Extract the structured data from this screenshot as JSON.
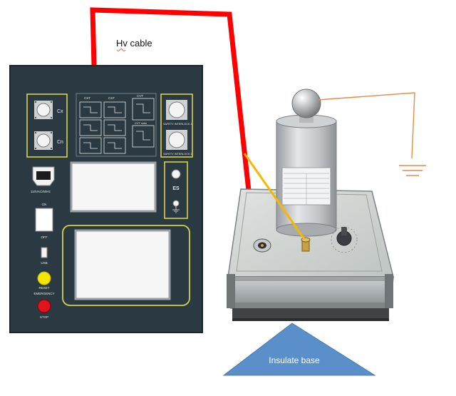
{
  "labels": {
    "hv_cable": "Hv cable",
    "insulate_base": "Insulate base"
  },
  "panel": {
    "cx_label": "Cx",
    "cn_label": "Cn",
    "group1_label": "CST",
    "group2_label": "CST",
    "group3_label": "CVT",
    "cvt_sub_label": "CVT ratio",
    "safety_interlock_1": "SAFETY INTERLOCK 1",
    "safety_interlock_2": "SAFETY INTERLOCK 2",
    "power_input": "110VAC/60Hz",
    "on_label": "ON",
    "off_label": "OFF",
    "usb_label": "USB",
    "reset_label": "RESET",
    "emergency_label": "EMERGENCY",
    "stop_label": "STOP",
    "es_label": "ES"
  },
  "colors": {
    "panel_bg": "#2b3a42",
    "panel_accent": "#d8d048",
    "hv_cable": "#ff0000",
    "yellow_wire": "#f5b800",
    "ground_wire": "#e8894a",
    "base": "#5b8fc9",
    "reset_button": "#f4e400",
    "stop_button": "#e0141e"
  },
  "icons": {
    "ground": "ground-icon",
    "power_socket": "power-socket-icon"
  }
}
